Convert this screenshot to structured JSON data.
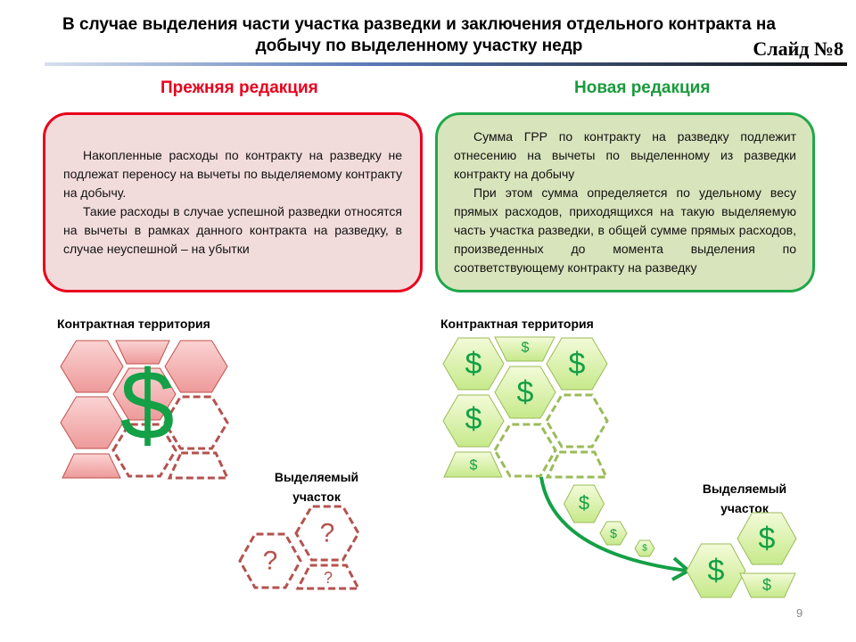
{
  "title": "В случае выделения части участка разведки и заключения отдельного контракта на добычу по выделенному участку недр",
  "slide_number": "Слайд №8",
  "old": {
    "heading": "Прежняя редакция",
    "color": "#e8001c",
    "paragraphs": [
      "Накопленные расходы по контракту на разведку не подлежат переносу на вычеты по выделяемому контракту на добычу.",
      "Такие расходы в случае успешной разведки относятся на вычеты в рамках данного контракта на разведку, в случае неуспешной – на убытки"
    ]
  },
  "new": {
    "heading": "Новая редакция",
    "color": "#1a9a3c",
    "paragraphs": [
      "Сумма ГРР по контракту на разведку подлежит отнесению на вычеты по выделенному из разведки контракту на добычу",
      "При этом сумма определяется по удельному весу прямых расходов, приходящихся на такую выделяемую часть участка разведки, в общей сумме прямых расходов, произведенных до момента выделения по соответствующему контракту на разведку"
    ]
  },
  "diagram": {
    "territory_left": "Контрактная территория",
    "territory_right": "Контрактная территория",
    "allocated_left": "Выделяемый участок",
    "allocated_right": "Выделяемый участок",
    "dollar": "$",
    "question": "?"
  },
  "page": "9"
}
